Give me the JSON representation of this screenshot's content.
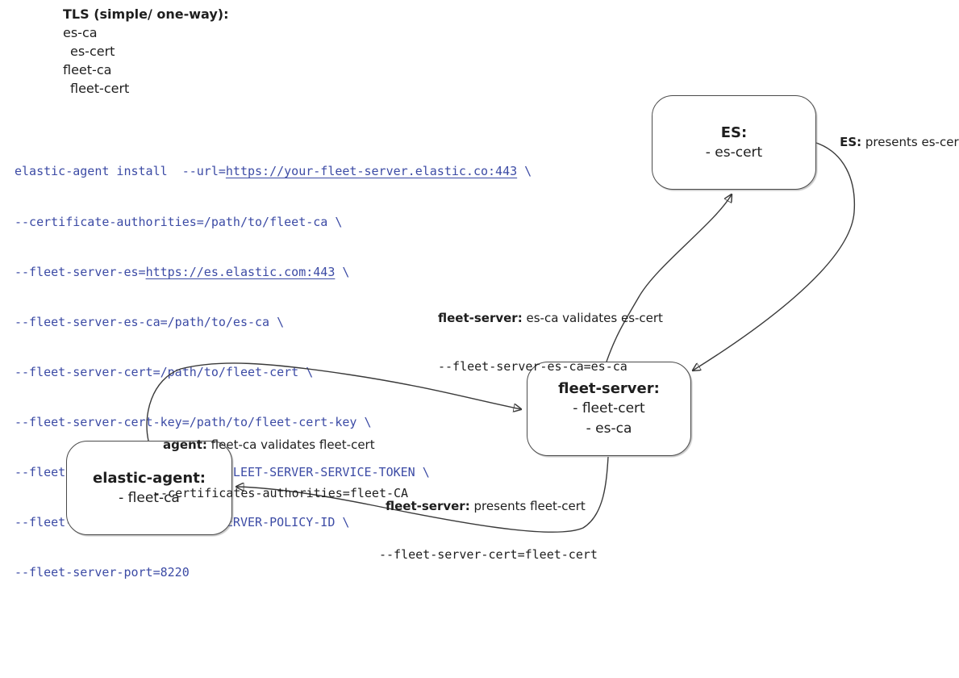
{
  "colors": {
    "ink": "#1e1e1e",
    "line": "#3a3a3a",
    "node_border": "#4a4a4a",
    "code_blue": "#3c4ba5"
  },
  "tls_list": {
    "title": "TLS (simple/ one-way):",
    "items": [
      "es-ca",
      "es-cert",
      "fleet-ca",
      "fleet-cert"
    ]
  },
  "command": {
    "line1_pre": "elastic-agent install  --url=",
    "line1_url": "https://your-fleet-server.elastic.co:443",
    "line1_post": " \\",
    "line2": "--certificate-authorities=/path/to/fleet-ca \\",
    "line3_pre": "--fleet-server-es=",
    "line3_url": "https://es.elastic.com:443",
    "line3_post": " \\",
    "line4": "--fleet-server-es-ca=/path/to/es-ca \\",
    "line5": "--fleet-server-cert=/path/to/fleet-cert \\",
    "line6": "--fleet-server-cert-key=/path/to/fleet-cert-key \\",
    "line7": "--fleet-server-service-token=FLEET-SERVER-SERVICE-TOKEN \\",
    "line8": "--fleet-server-policy=FLEET-SERVER-POLICY-ID \\",
    "line9": "--fleet-server-port=8220"
  },
  "nodes": {
    "es": {
      "title": "ES:",
      "items": {
        "0": "- es-cert"
      }
    },
    "fleet_server": {
      "title": "fleet-server:",
      "items": {
        "0": "- fleet-cert",
        "1": "- es-ca"
      }
    },
    "elastic_agent": {
      "title": "elastic-agent:",
      "items": {
        "0": "- fleet-ca"
      }
    }
  },
  "edge_labels": {
    "es_presents": {
      "bold": "ES:",
      "text": " presents es-cert"
    },
    "fs_validates": {
      "bold": "fleet-server:",
      "text": " es-ca validates es-cert",
      "code": "--fleet-server-es-ca=es-ca"
    },
    "agent_validates": {
      "bold": "agent:",
      "text": " fleet-ca validates fleet-cert",
      "code": "--certificates-authorities=fleet-CA"
    },
    "fs_presents": {
      "bold": "fleet-server:",
      "text": " presents fleet-cert",
      "code": "--fleet-server-cert=fleet-cert"
    }
  }
}
